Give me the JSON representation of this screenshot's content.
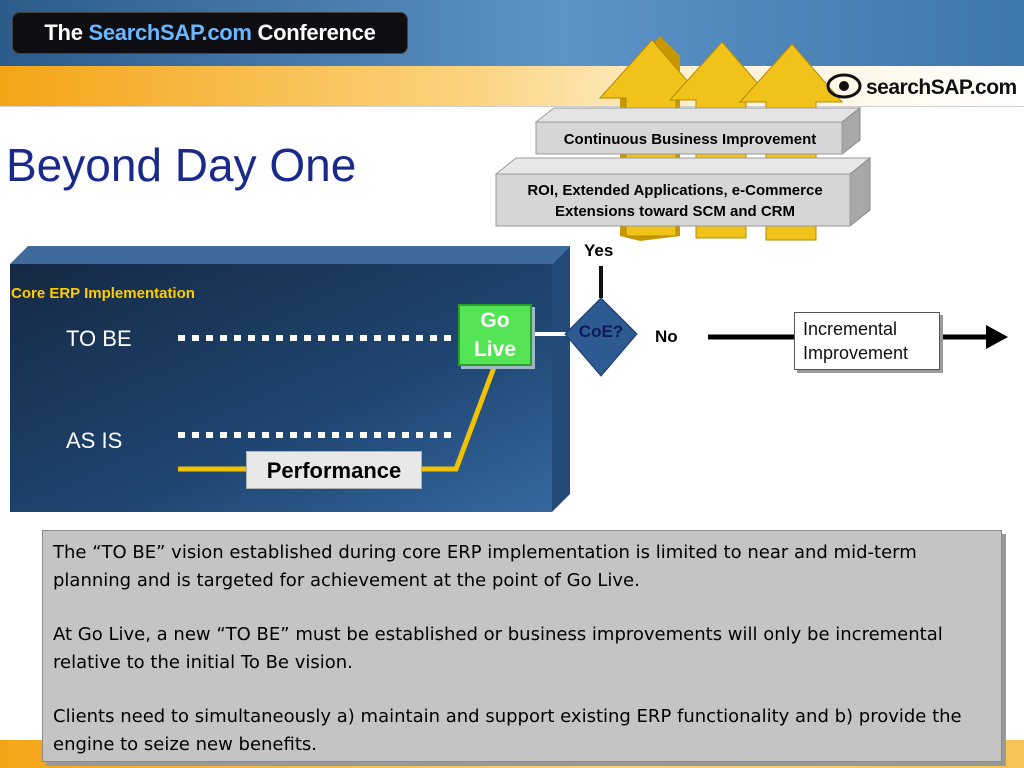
{
  "header": {
    "conference_parts": [
      "The ",
      "Search",
      "SAP.com",
      " Conference"
    ],
    "brand": "searchSAP.com"
  },
  "title": "Beyond Day One",
  "diagram": {
    "core_label": "Core ERP Implementation",
    "to_be": "TO BE",
    "as_is": "AS IS",
    "performance": "Performance",
    "go_live_line1": "Go",
    "go_live_line2": "Live",
    "decision": "CoE?",
    "yes": "Yes",
    "no": "No",
    "incremental_line1": "Incremental",
    "incremental_line2": "Improvement",
    "continuous": "Continuous Business Improvement",
    "roi_line1": "ROI, Extended Applications, e-Commerce",
    "roi_line2": "Extensions toward SCM and CRM"
  },
  "body": {
    "p1": "The “TO BE” vision established during core ERP implementation is limited to near and mid-term planning and is targeted for achievement at the point of Go Live.",
    "p2": "At Go Live, a new “TO BE” must be established or business improvements will only be incremental relative to the initial To Be vision.",
    "p3": "Clients need to simultaneously a) maintain and support existing ERP functionality and b) provide the engine to seize new benefits."
  },
  "colors": {
    "title": "#1a2a8c",
    "panel": "#1c3a63",
    "go_live": "#55e455",
    "diamond": "#2e5a92",
    "arrows": "#e6b400",
    "performance_line": "#f2c200"
  }
}
